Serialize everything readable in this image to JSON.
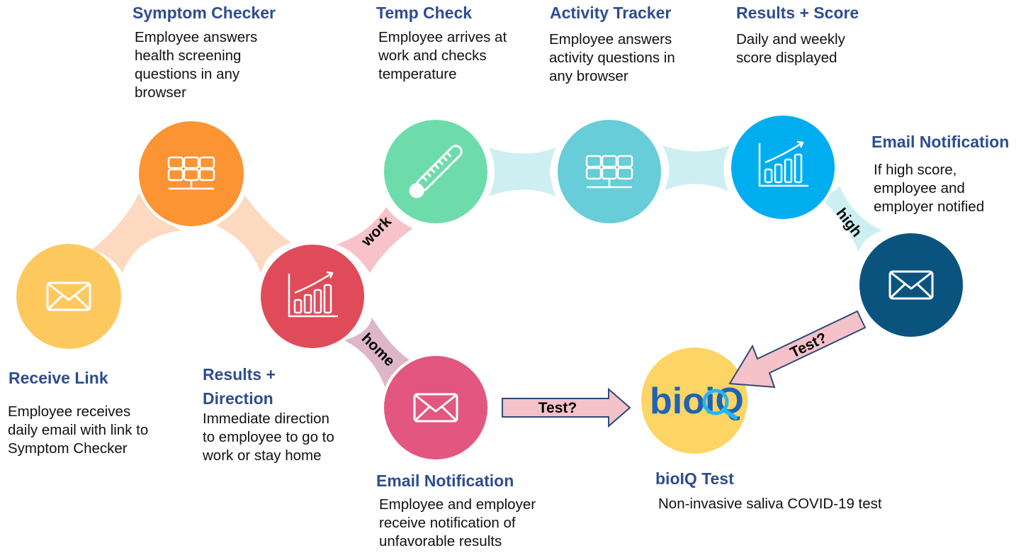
{
  "colors": {
    "receive_link": "#fdc95f",
    "symptom_checker": "#fc9433",
    "results_direction": "#e04b5a",
    "temp_check": "#6ddcaa",
    "activity_tracker": "#66cdd9",
    "results_score": "#00aeef",
    "email_high": "#0b537f",
    "email_home": "#e2567f",
    "bioiq": "#fdd565",
    "title_text": "#2e4d8f"
  },
  "steps": [
    {
      "id": "receive_link",
      "title": "Receive Link",
      "description": "Employee receives\ndaily email with link to\nSymptom Checker",
      "icon": "envelope-icon"
    },
    {
      "id": "symptom_checker",
      "title": "Symptom Checker",
      "description": "Employee answers\nhealth screening\nquestions in any\nbrowser",
      "icon": "solar-panel-icon"
    },
    {
      "id": "results_direction",
      "title": "Results +\nDirection",
      "description": "Immediate direction\nto employee to go to\nwork or stay home",
      "icon": "bar-chart-icon"
    },
    {
      "id": "temp_check",
      "title": "Temp Check",
      "description": "Employee arrives at\nwork and checks\ntemperature",
      "icon": "thermometer-icon"
    },
    {
      "id": "activity_tracker",
      "title": "Activity Tracker",
      "description": "Employee answers\nactivity questions in\nany browser",
      "icon": "solar-panel-icon"
    },
    {
      "id": "results_score",
      "title": "Results + Score",
      "description": "Daily and weekly\nscore displayed",
      "icon": "bar-chart-icon"
    },
    {
      "id": "email_high",
      "title": "Email Notification",
      "description": "If high score,\nemployee and\nemployer notified",
      "icon": "envelope-icon"
    },
    {
      "id": "email_home",
      "title": "Email Notification",
      "description": "Employee and employer\nreceive notification of\nunfavorable results",
      "icon": "envelope-icon"
    },
    {
      "id": "bioiq",
      "title": "bioIQ Test",
      "description": "Non-invasive saliva COVID-19 test",
      "logo_text": "bioiQ"
    }
  ],
  "connectors": {
    "work": "work",
    "home": "home",
    "high": "high",
    "test_from_home": "Test?",
    "test_from_high": "Test?"
  }
}
